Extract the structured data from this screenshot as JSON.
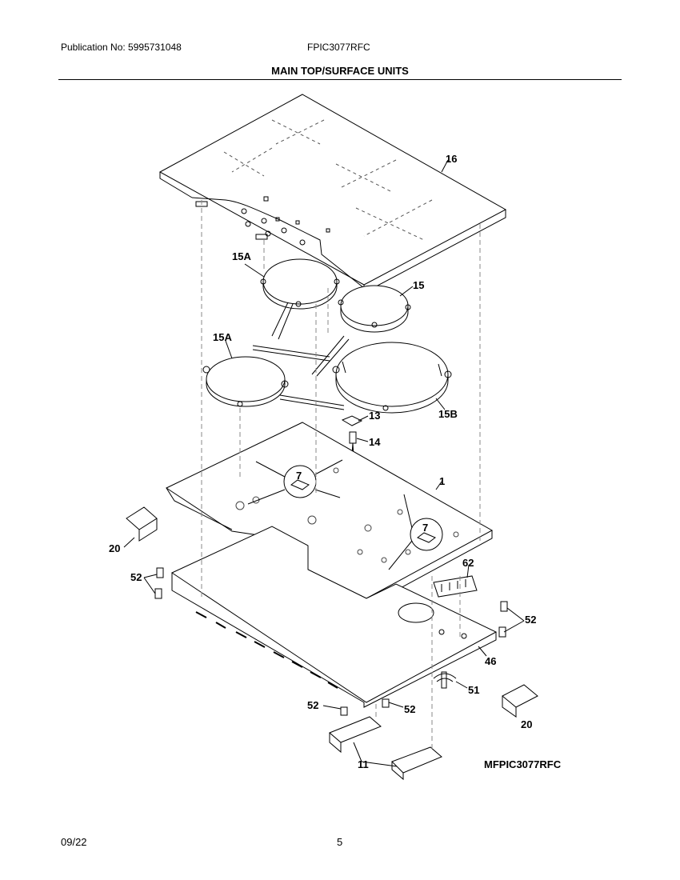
{
  "header": {
    "publication": "Publication No: 5995731048",
    "model_number": "FPIC3077RFC"
  },
  "title": "MAIN TOP/SURFACE UNITS",
  "diagram_code": "MFPIC3077RFC",
  "callouts": {
    "c16": "16",
    "c15A_top": "15A",
    "c15": "15",
    "c15A_left": "15A",
    "c15B": "15B",
    "c13": "13",
    "c14": "14",
    "c7_left": "7",
    "c7_right": "7",
    "c1": "1",
    "c20_left": "20",
    "c52_left": "52",
    "c62": "62",
    "c52_right": "52",
    "c46": "46",
    "c51": "51",
    "c52_bottom_left": "52",
    "c52_bottom_right": "52",
    "c20_right": "20",
    "c11": "11"
  },
  "footer": {
    "date": "09/22",
    "page": "5"
  }
}
